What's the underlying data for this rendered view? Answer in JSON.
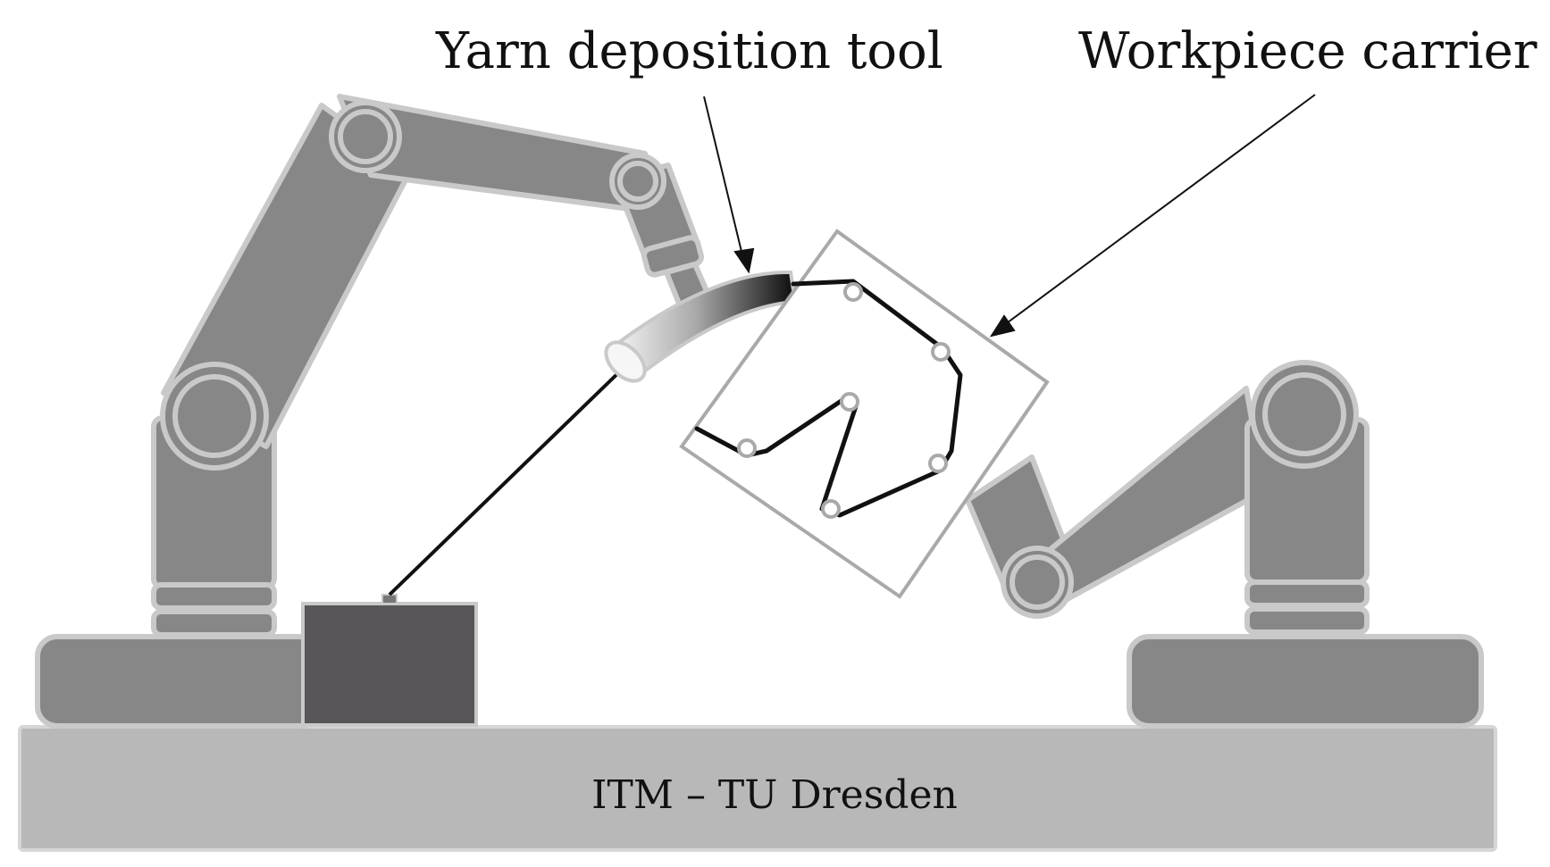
{
  "labels": {
    "yarn_tool": "Yarn deposition tool",
    "workpiece_carrier": "Workpiece carrier",
    "base_text": "ITM – TU Dresden"
  },
  "colors": {
    "robot_fill": "#878787",
    "robot_stroke": "#c9c9c9",
    "base_fill": "#b8b8b8",
    "dark_box": "#585658",
    "yarn": "#111111"
  }
}
